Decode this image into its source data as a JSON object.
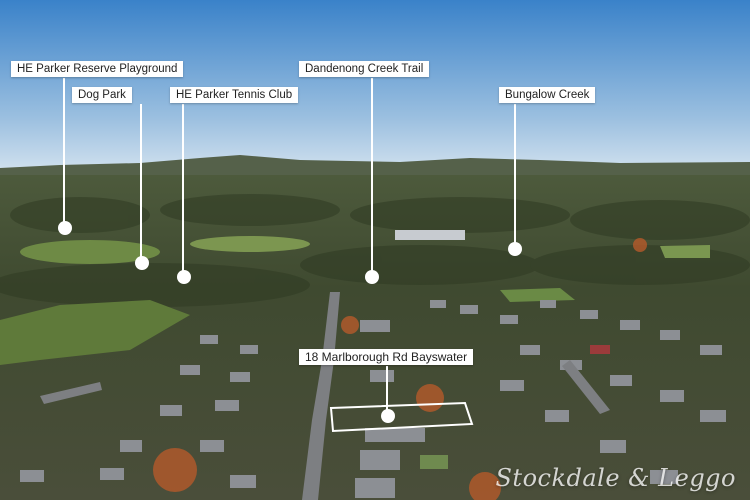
{
  "map_labels": {
    "playground": "HE Parker Reserve Playground",
    "dog_park": "Dog Park",
    "tennis_club": "HE Parker Tennis Club",
    "creek_trail": "Dandenong Creek Trail",
    "bungalow_creek": "Bungalow Creek",
    "property": "18 Marlborough Rd Bayswater"
  },
  "brand": {
    "watermark": "Stockdale & Leggo"
  },
  "colors": {
    "sky_top": "#3a82c9",
    "sky_horizon": "#c9dcec",
    "label_bg": "#ffffff",
    "pin": "#ffffff"
  }
}
